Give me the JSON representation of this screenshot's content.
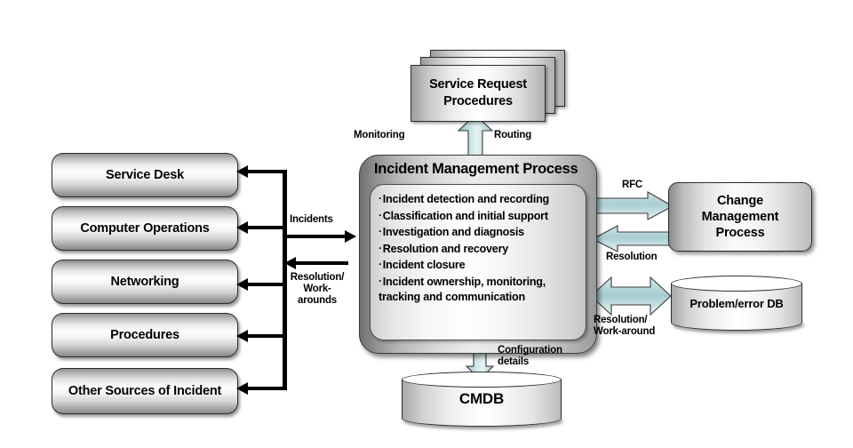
{
  "diagram": {
    "title": "Incident Management Process",
    "sources": [
      {
        "label": "Service Desk"
      },
      {
        "label": "Computer Operations"
      },
      {
        "label": "Networking"
      },
      {
        "label": "Procedures"
      },
      {
        "label": "Other Sources of\nIncident"
      }
    ],
    "process": {
      "title": "Incident Management Process",
      "activities": [
        "Incident detection and recording",
        "Classification and initial support",
        "Investigation and diagnosis",
        "Resolution and recovery",
        "Incident closure",
        "Incident ownership, monitoring,"
      ],
      "continuation": "tracking and communication",
      "bullet": "·"
    },
    "service_request": {
      "label": "Service Request\nProcedures",
      "layers": 3
    },
    "change_management": {
      "label": "Change\nManagement\nProcess"
    },
    "problem_db": {
      "label": "Problem/error DB"
    },
    "cmdb": {
      "label": "CMDB"
    },
    "connector_labels": {
      "monitoring": "Monitoring",
      "routing": "Routing",
      "incidents": "Incidents",
      "resolution_workarounds": "Resolution/\nWork-\narounds",
      "rfc": "RFC",
      "resolution": "Resolution",
      "resolution_workaround": "Resolution/\nWork-around",
      "configuration_details": "Configuration\ndetails"
    },
    "colors": {
      "arrow_teal_light": "#d9ecee",
      "arrow_teal_mid": "#a9ced3",
      "arrow_teal_dark": "#7fb0b8",
      "arrow_outline": "#333333",
      "connector_black": "#000000",
      "box_border": "#2a2a2a",
      "page_background": "#ffffff"
    }
  }
}
